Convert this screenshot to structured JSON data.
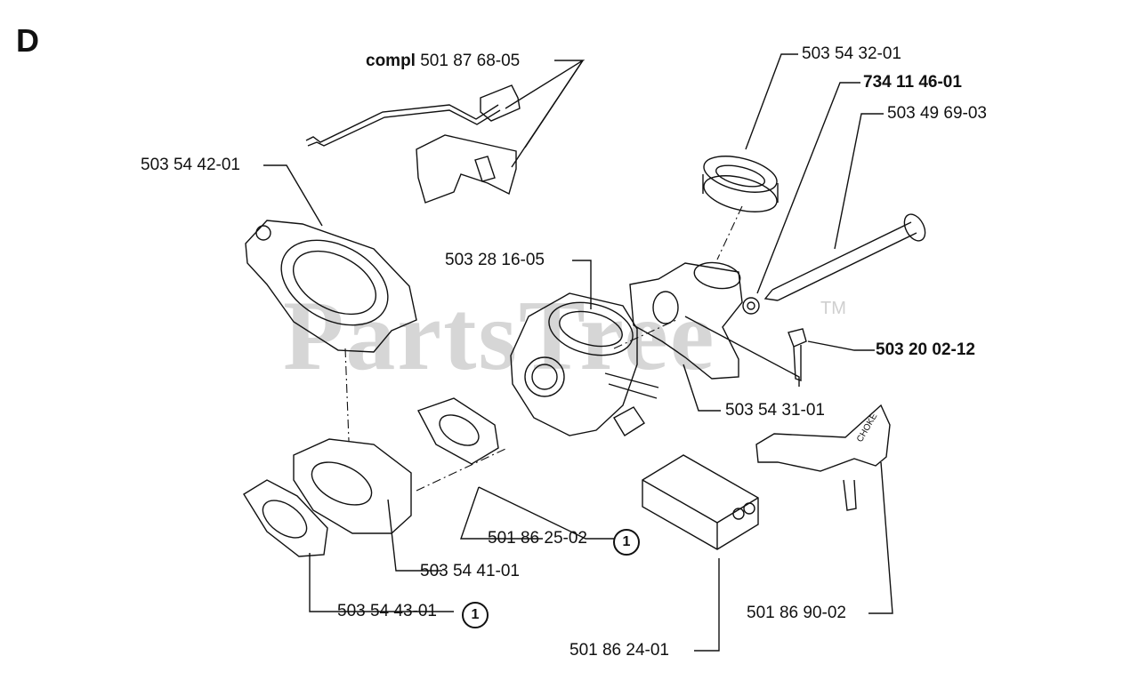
{
  "diagram": {
    "section_letter": "D",
    "watermark": "PartsTree",
    "watermark_mark": "TM",
    "labels": {
      "compl_prefix": "compl",
      "compl_part": "501 87 68-05",
      "p_503543201": "503 54 32-01",
      "p_734114601": "734 11 46-01",
      "p_503496903": "503 49 69-03",
      "p_503544201": "503 54 42-01",
      "p_503281605": "503 28 16-05",
      "p_503200212": "503 20 02-12",
      "p_503543101": "503 54 31-01",
      "p_501862502": "501 86 25-02",
      "p_503544101": "503 54 41-01",
      "p_503544301": "503 54 43-01",
      "p_501869002": "501 86 90-02",
      "p_501862401": "501 86 24-01"
    },
    "footnote_marker": "1",
    "choke_text": "CHOKE",
    "colors": {
      "ink": "#111111",
      "watermark": "#d6d6d6",
      "paper": "#ffffff"
    }
  }
}
